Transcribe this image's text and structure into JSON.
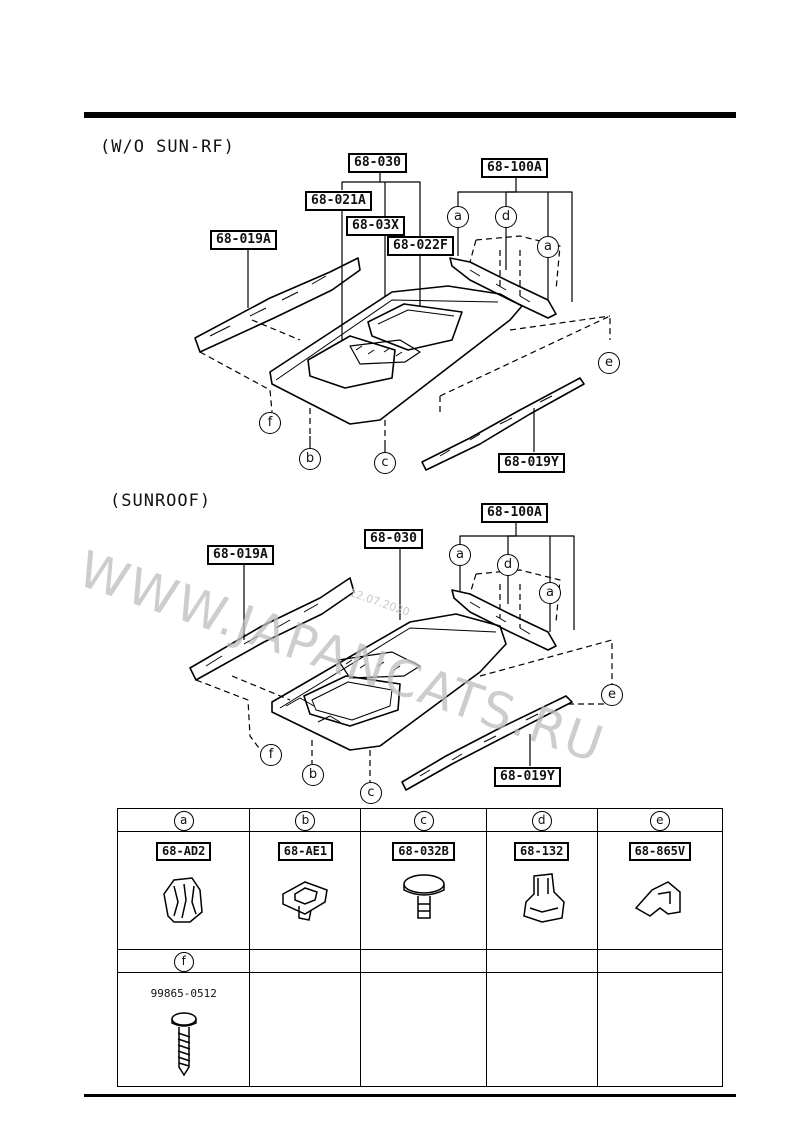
{
  "sections": {
    "without_sunroof": {
      "title": "(W/O SUN-RF)",
      "parts": {
        "headlining": "68-030",
        "pad_front": "68-021A",
        "pad_center": "68-03X",
        "pad_rear": "68-022F",
        "rail_left": "68-019A",
        "rail_right": "68-019Y",
        "rear_trim": "68-100A"
      },
      "fasteners": {
        "a1": "a",
        "d": "d",
        "a2": "a",
        "e": "e",
        "f": "f",
        "b": "b",
        "c": "c"
      }
    },
    "sunroof": {
      "title": "(SUNROOF)",
      "parts": {
        "headlining": "68-030",
        "rail_left": "68-019A",
        "rail_right": "68-019Y",
        "rear_trim": "68-100A"
      },
      "fasteners": {
        "a1": "a",
        "d": "d",
        "a2": "a",
        "e": "e",
        "f": "f",
        "b": "b",
        "c": "c"
      }
    }
  },
  "watermark": {
    "text": "WWW.JAPANCATS.RU",
    "stamp": "12.07.2020"
  },
  "table": {
    "row1": [
      {
        "key": "a",
        "part": "68-AD2"
      },
      {
        "key": "b",
        "part": "68-AE1"
      },
      {
        "key": "c",
        "part": "68-032B"
      },
      {
        "key": "d",
        "part": "68-132"
      },
      {
        "key": "e",
        "part": "68-865V"
      }
    ],
    "row2": [
      {
        "key": "f",
        "part": "99865-0512"
      }
    ]
  }
}
